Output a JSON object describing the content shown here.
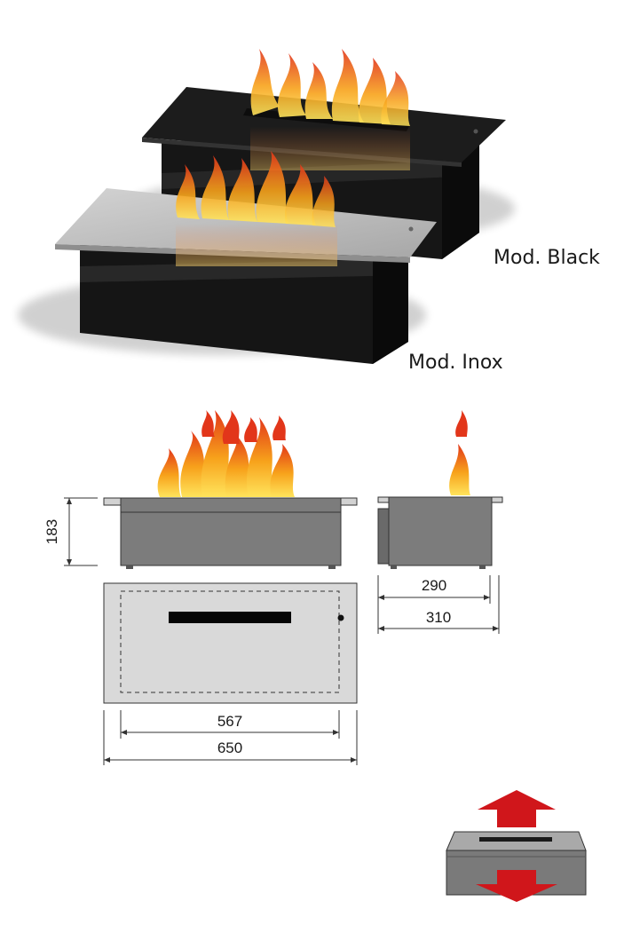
{
  "models": {
    "black_label": "Mod. Black",
    "inox_label": "Mod. Inox"
  },
  "dimensions": {
    "height": "183",
    "depth_inner": "290",
    "depth_outer": "310",
    "width_inner": "567",
    "width_outer": "650"
  },
  "colors": {
    "black_body": "#141414",
    "inox_top": "#b9b9b9",
    "drawing_body": "#7b7b7b",
    "drawing_top": "#d6d6d6",
    "arrow_red": "#d0161b",
    "flame_orange": "#f39a1a",
    "flame_red": "#e2361a"
  },
  "icons": {
    "lift_icon": "up-down-arrow-icon"
  }
}
